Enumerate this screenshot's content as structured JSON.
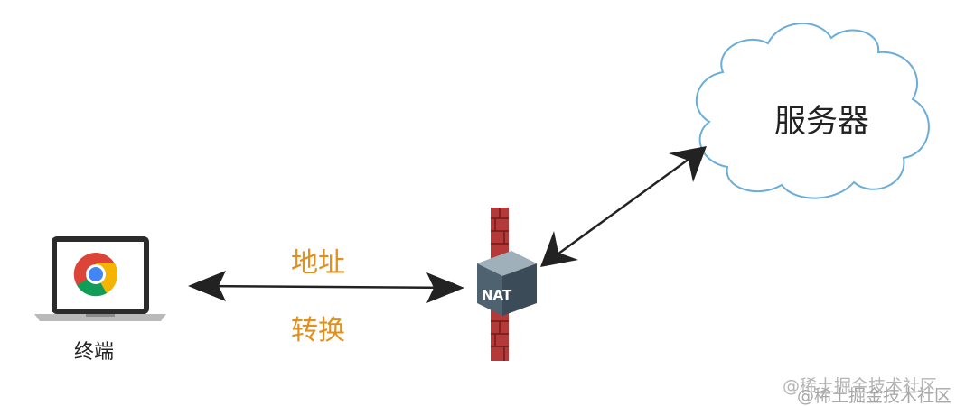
{
  "server": {
    "label": "服务器"
  },
  "terminal": {
    "label": "终端"
  },
  "nat": {
    "label": "NAT"
  },
  "annotation": {
    "line1": "地址",
    "line2": "转换",
    "color": "#E0901C"
  },
  "watermark": {
    "line1": "@稀土掘金技术社区",
    "line2": "@稀土掘金技术社区"
  },
  "colors": {
    "cloud_stroke": "#6AAED8",
    "arrow": "#222222",
    "firewall_brick": "#B43A3A",
    "nat_box": "#4F6270"
  },
  "icons": {
    "terminal": "laptop-icon",
    "browser": "chrome-icon",
    "server": "cloud-icon",
    "firewall": "firewall-icon"
  }
}
